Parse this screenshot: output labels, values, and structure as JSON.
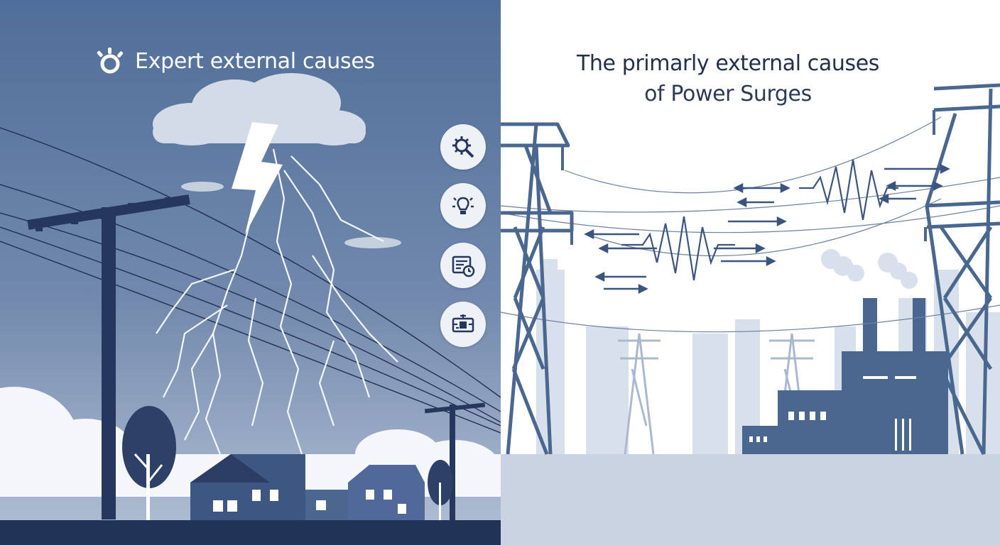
{
  "left_panel": {
    "title": "Expert external causes",
    "logo_icon": "sun-eye-logo-icon",
    "side_icons": [
      {
        "name": "gear-search-icon"
      },
      {
        "name": "lightbulb-icon"
      },
      {
        "name": "document-clock-icon"
      },
      {
        "name": "circuit-board-icon"
      }
    ]
  },
  "right_panel": {
    "title_line1": "The primarly external causes",
    "title_line2": "of Power Surges"
  },
  "colors": {
    "sky_top": "#4f6e99",
    "sky_bottom": "#a5b5cc",
    "navy": "#25375c",
    "slate": "#4a6790",
    "pale": "#d6deea"
  }
}
